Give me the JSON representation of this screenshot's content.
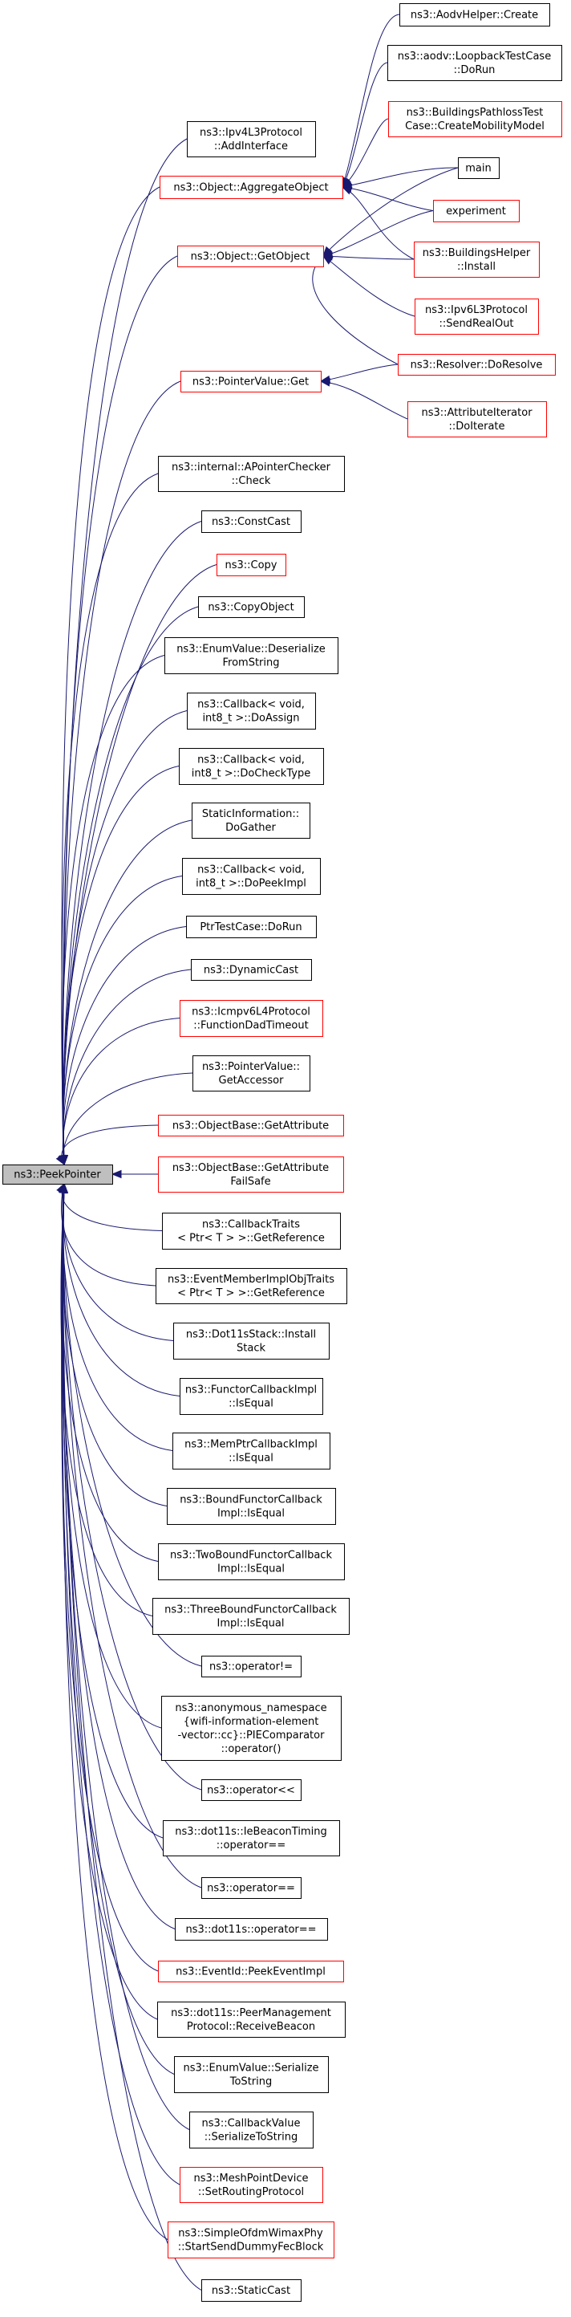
{
  "colors": {
    "edge": "#191970",
    "border_red": "#ff0000",
    "border_black": "#000000",
    "focus_fill": "#bfbfbf"
  },
  "nodes": [
    {
      "id": "peek",
      "lines": [
        "ns3::PeekPointer"
      ],
      "border": "focus"
    },
    {
      "id": "aodvcreate",
      "lines": [
        "ns3::AodvHelper::Create"
      ],
      "border": "black"
    },
    {
      "id": "loopback",
      "lines": [
        "ns3::aodv::LoopbackTestCase",
        "::DoRun"
      ],
      "border": "black"
    },
    {
      "id": "buildpath",
      "lines": [
        "ns3::BuildingsPathlossTest",
        "Case::CreateMobilityModel"
      ],
      "border": "red"
    },
    {
      "id": "ipv4l3",
      "lines": [
        "ns3::Ipv4L3Protocol",
        "::AddInterface"
      ],
      "border": "black"
    },
    {
      "id": "aggregate",
      "lines": [
        "ns3::Object::AggregateObject"
      ],
      "border": "red"
    },
    {
      "id": "main",
      "lines": [
        "main"
      ],
      "border": "black"
    },
    {
      "id": "experiment",
      "lines": [
        "experiment"
      ],
      "border": "red"
    },
    {
      "id": "getobject",
      "lines": [
        "ns3::Object::GetObject"
      ],
      "border": "red"
    },
    {
      "id": "buildhelper",
      "lines": [
        "ns3::BuildingsHelper",
        "::Install"
      ],
      "border": "red"
    },
    {
      "id": "ipv6send",
      "lines": [
        "ns3::Ipv6L3Protocol",
        "::SendRealOut"
      ],
      "border": "red"
    },
    {
      "id": "resolver",
      "lines": [
        "ns3::Resolver::DoResolve"
      ],
      "border": "red"
    },
    {
      "id": "pvget",
      "lines": [
        "ns3::PointerValue::Get"
      ],
      "border": "red"
    },
    {
      "id": "attriter",
      "lines": [
        "ns3::AttributeIterator",
        "::DoIterate"
      ],
      "border": "red"
    },
    {
      "id": "apointer",
      "lines": [
        "ns3::internal::APointerChecker",
        "::Check"
      ],
      "border": "black"
    },
    {
      "id": "constcast",
      "lines": [
        "ns3::ConstCast"
      ],
      "border": "black"
    },
    {
      "id": "copy",
      "lines": [
        "ns3::Copy"
      ],
      "border": "red"
    },
    {
      "id": "copyobject",
      "lines": [
        "ns3::CopyObject"
      ],
      "border": "black"
    },
    {
      "id": "enumdeser",
      "lines": [
        "ns3::EnumValue::Deserialize",
        "FromString"
      ],
      "border": "black"
    },
    {
      "id": "cbassign",
      "lines": [
        "ns3::Callback< void,",
        "int8_t >::DoAssign"
      ],
      "border": "black"
    },
    {
      "id": "cbcheck",
      "lines": [
        "ns3::Callback< void,",
        "int8_t >::DoCheckType"
      ],
      "border": "black"
    },
    {
      "id": "staticinfo",
      "lines": [
        "StaticInformation::",
        "DoGather"
      ],
      "border": "black"
    },
    {
      "id": "cbpeek",
      "lines": [
        "ns3::Callback< void,",
        "int8_t >::DoPeekImpl"
      ],
      "border": "black"
    },
    {
      "id": "ptrtest",
      "lines": [
        "PtrTestCase::DoRun"
      ],
      "border": "black"
    },
    {
      "id": "dyncast",
      "lines": [
        "ns3::DynamicCast"
      ],
      "border": "black"
    },
    {
      "id": "icmpv6",
      "lines": [
        "ns3::Icmpv6L4Protocol",
        "::FunctionDadTimeout"
      ],
      "border": "red"
    },
    {
      "id": "pvaccessor",
      "lines": [
        "ns3::PointerValue::",
        "GetAccessor"
      ],
      "border": "black"
    },
    {
      "id": "obgetattr",
      "lines": [
        "ns3::ObjectBase::GetAttribute"
      ],
      "border": "red"
    },
    {
      "id": "obgetattrfs",
      "lines": [
        "ns3::ObjectBase::GetAttribute",
        "FailSafe"
      ],
      "border": "red"
    },
    {
      "id": "cbtraits",
      "lines": [
        "ns3::CallbackTraits",
        "< Ptr< T > >::GetReference"
      ],
      "border": "black"
    },
    {
      "id": "evtraits",
      "lines": [
        "ns3::EventMemberImplObjTraits",
        "< Ptr< T > >::GetReference"
      ],
      "border": "black"
    },
    {
      "id": "dot11sinstall",
      "lines": [
        "ns3::Dot11sStack::Install",
        "Stack"
      ],
      "border": "black"
    },
    {
      "id": "functorcb",
      "lines": [
        "ns3::FunctorCallbackImpl",
        "::IsEqual"
      ],
      "border": "black"
    },
    {
      "id": "memptrcb",
      "lines": [
        "ns3::MemPtrCallbackImpl",
        "::IsEqual"
      ],
      "border": "black"
    },
    {
      "id": "boundfunctor",
      "lines": [
        "ns3::BoundFunctorCallback",
        "Impl::IsEqual"
      ],
      "border": "black"
    },
    {
      "id": "twobound",
      "lines": [
        "ns3::TwoBoundFunctorCallback",
        "Impl::IsEqual"
      ],
      "border": "black"
    },
    {
      "id": "threebound",
      "lines": [
        "ns3::ThreeBoundFunctorCallback",
        "Impl::IsEqual"
      ],
      "border": "black"
    },
    {
      "id": "opneq",
      "lines": [
        "ns3::operator!="
      ],
      "border": "black"
    },
    {
      "id": "anon",
      "lines": [
        "ns3::anonymous_namespace",
        "{wifi-information-element",
        "-vector::cc}::PIEComparator",
        "::operator()"
      ],
      "border": "black"
    },
    {
      "id": "opshl",
      "lines": [
        "ns3::operator<<"
      ],
      "border": "black"
    },
    {
      "id": "iebeacon",
      "lines": [
        "ns3::dot11s::IeBeaconTiming",
        "::operator=="
      ],
      "border": "black"
    },
    {
      "id": "opeq",
      "lines": [
        "ns3::operator=="
      ],
      "border": "black"
    },
    {
      "id": "dot11seq",
      "lines": [
        "ns3::dot11s::operator=="
      ],
      "border": "black"
    },
    {
      "id": "eventpeek",
      "lines": [
        "ns3::EventId::PeekEventImpl"
      ],
      "border": "red"
    },
    {
      "id": "peermgmt",
      "lines": [
        "ns3::dot11s::PeerManagement",
        "Protocol::ReceiveBeacon"
      ],
      "border": "black"
    },
    {
      "id": "enumser",
      "lines": [
        "ns3::EnumValue::Serialize",
        "ToString"
      ],
      "border": "black"
    },
    {
      "id": "cbvalser",
      "lines": [
        "ns3::CallbackValue",
        "::SerializeToString"
      ],
      "border": "black"
    },
    {
      "id": "meshrouting",
      "lines": [
        "ns3::MeshPointDevice",
        "::SetRoutingProtocol"
      ],
      "border": "red"
    },
    {
      "id": "ofdmwimax",
      "lines": [
        "ns3::SimpleOfdmWimaxPhy",
        "::StartSendDummyFecBlock"
      ],
      "border": "red"
    },
    {
      "id": "staticcast",
      "lines": [
        "ns3::StaticCast"
      ],
      "border": "black"
    }
  ]
}
